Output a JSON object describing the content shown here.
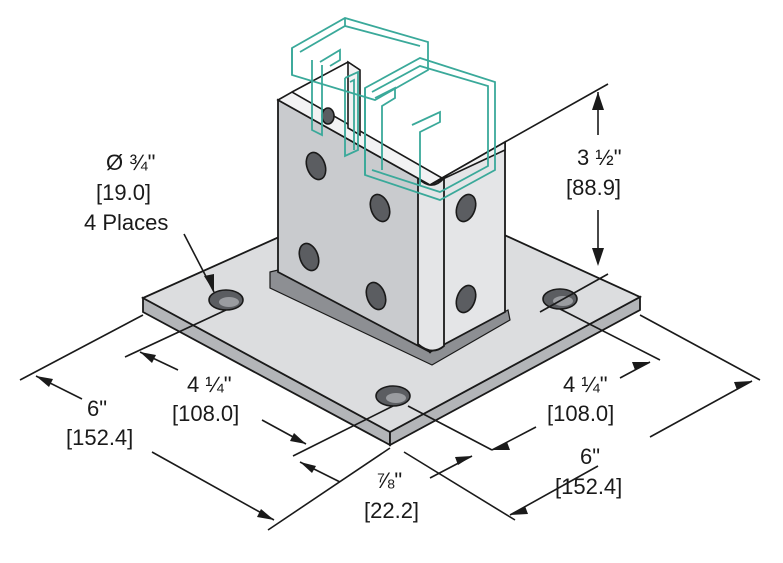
{
  "labels": {
    "hole_dia": "Ø ¾\"",
    "hole_dia_mm": "[19.0]",
    "hole_qty": "4 Places",
    "height_in": "3 ½\"",
    "height_mm": "[88.9]",
    "hole_spacing_left_in": "4 ¼\"",
    "hole_spacing_left_mm": "[108.0]",
    "hole_spacing_right_in": "4 ¼\"",
    "hole_spacing_right_mm": "[108.0]",
    "plate_left_in": "6\"",
    "plate_left_mm": "[152.4]",
    "plate_right_in": "6\"",
    "plate_right_mm": "[152.4]",
    "edge_in": "⅞\"",
    "edge_mm": "[22.2]"
  },
  "colors": {
    "channel_outline": "#3aa99a",
    "plate": "#dcdddf",
    "line": "#1a1a1a"
  }
}
